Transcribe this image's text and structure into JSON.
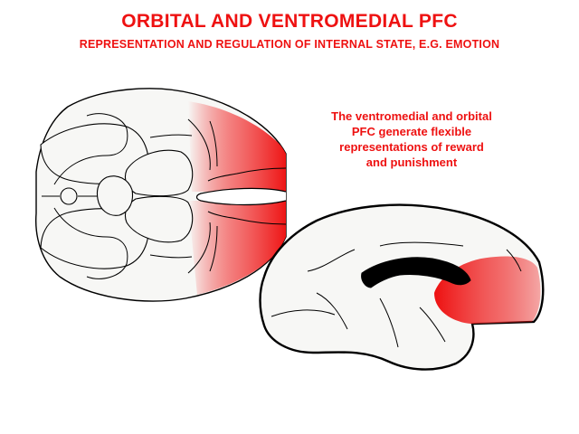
{
  "title": "ORBITAL AND VENTROMEDIAL PFC",
  "subtitle": "REPRESENTATION AND REGULATION OF INTERNAL STATE, E.G. EMOTION",
  "caption_lines": [
    "The ventromedial and orbital",
    "PFC generate flexible",
    "representations of reward",
    "and punishment"
  ],
  "colors": {
    "highlight": "#ee1111",
    "outline": "#000000",
    "brain_fill": "#f7f7f5"
  },
  "figures": {
    "ventral_view": "ventral-brain-view",
    "medial_view": "medial-sagittal-brain-view"
  }
}
